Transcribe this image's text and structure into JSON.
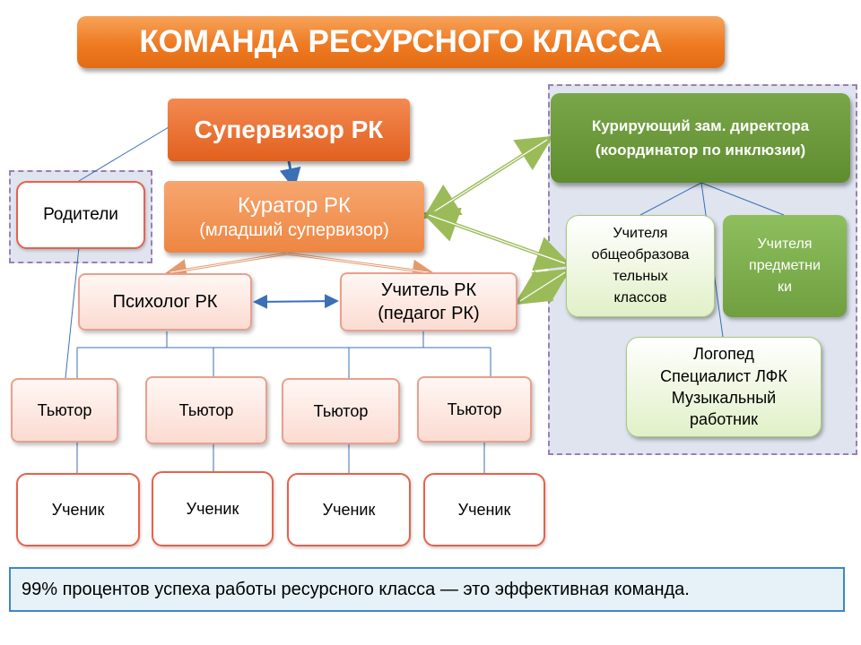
{
  "title": "КОМАНДА РЕСУРСНОГО КЛАССА",
  "supervisor": "Супервизор РК",
  "curator": {
    "line1": "Куратор РК",
    "line2": "(младший супервизор)"
  },
  "parents": "Родители",
  "psychologist": "Психолог РК",
  "teacher": {
    "line1": "Учитель РК",
    "line2": "(педагог РК)"
  },
  "tutors": [
    "Тьютор",
    "Тьютор",
    "Тьютор",
    "Тьютор"
  ],
  "students": [
    "Ученик",
    "Ученик",
    "Ученик",
    "Ученик"
  ],
  "deputy": {
    "line1": "Курирующий зам. директора",
    "line2": "(координатор по инклюзии)"
  },
  "general_teachers": {
    "line1": "Учителя",
    "line2": "общеобразова",
    "line3": "тельных",
    "line4": "классов"
  },
  "subject_teachers": {
    "line1": "Учителя",
    "line2": "предметни",
    "line3": "ки"
  },
  "specialists": {
    "line1": "Логопед",
    "line2": "Специалист ЛФК",
    "line3": "Музыкальный",
    "line4": "работник"
  },
  "footer": "99% процентов успеха работы ресурсного класса — это эффективная команда.",
  "colors": {
    "orange": "#ee7a22",
    "green_dark": "#6f9a3c",
    "green_light": "#e1f0c8",
    "pink_border": "#e9a08d",
    "blue_border": "#3d87c6"
  }
}
